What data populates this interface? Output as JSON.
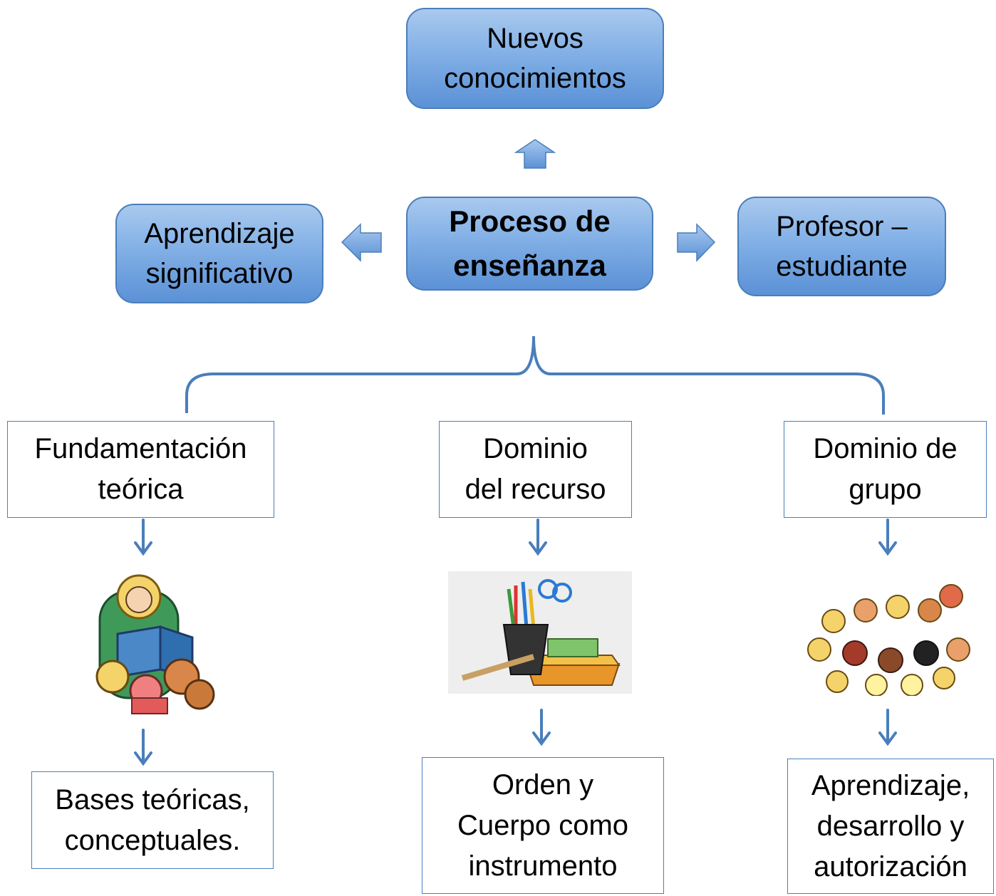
{
  "top": {
    "line1": "Nuevos",
    "line2": "conocimientos"
  },
  "center": {
    "line1": "Proceso de",
    "line2": "enseñanza"
  },
  "left": {
    "line1": "Aprendizaje",
    "line2": "significativo"
  },
  "right": {
    "line1": "Profesor –",
    "line2": "estudiante"
  },
  "columns": [
    {
      "title1": "Fundamentación",
      "title2": "teórica",
      "image": "teacher-reading-to-children",
      "result": [
        "Bases teóricas,",
        "conceptuales."
      ]
    },
    {
      "title1": "Dominio",
      "title2": "del recurso",
      "image": "school-supplies",
      "result": [
        "Orden y",
        "Cuerpo como",
        "instrumento"
      ]
    },
    {
      "title1": "Dominio de",
      "title2": "grupo",
      "image": "children-in-circle",
      "result": [
        "Aprendizaje,",
        "desarrollo y",
        "autorización"
      ]
    }
  ],
  "colors": {
    "box_fill": "#82b0e6",
    "border": "#4a7ebb",
    "arrow": "#4a7ebb"
  }
}
